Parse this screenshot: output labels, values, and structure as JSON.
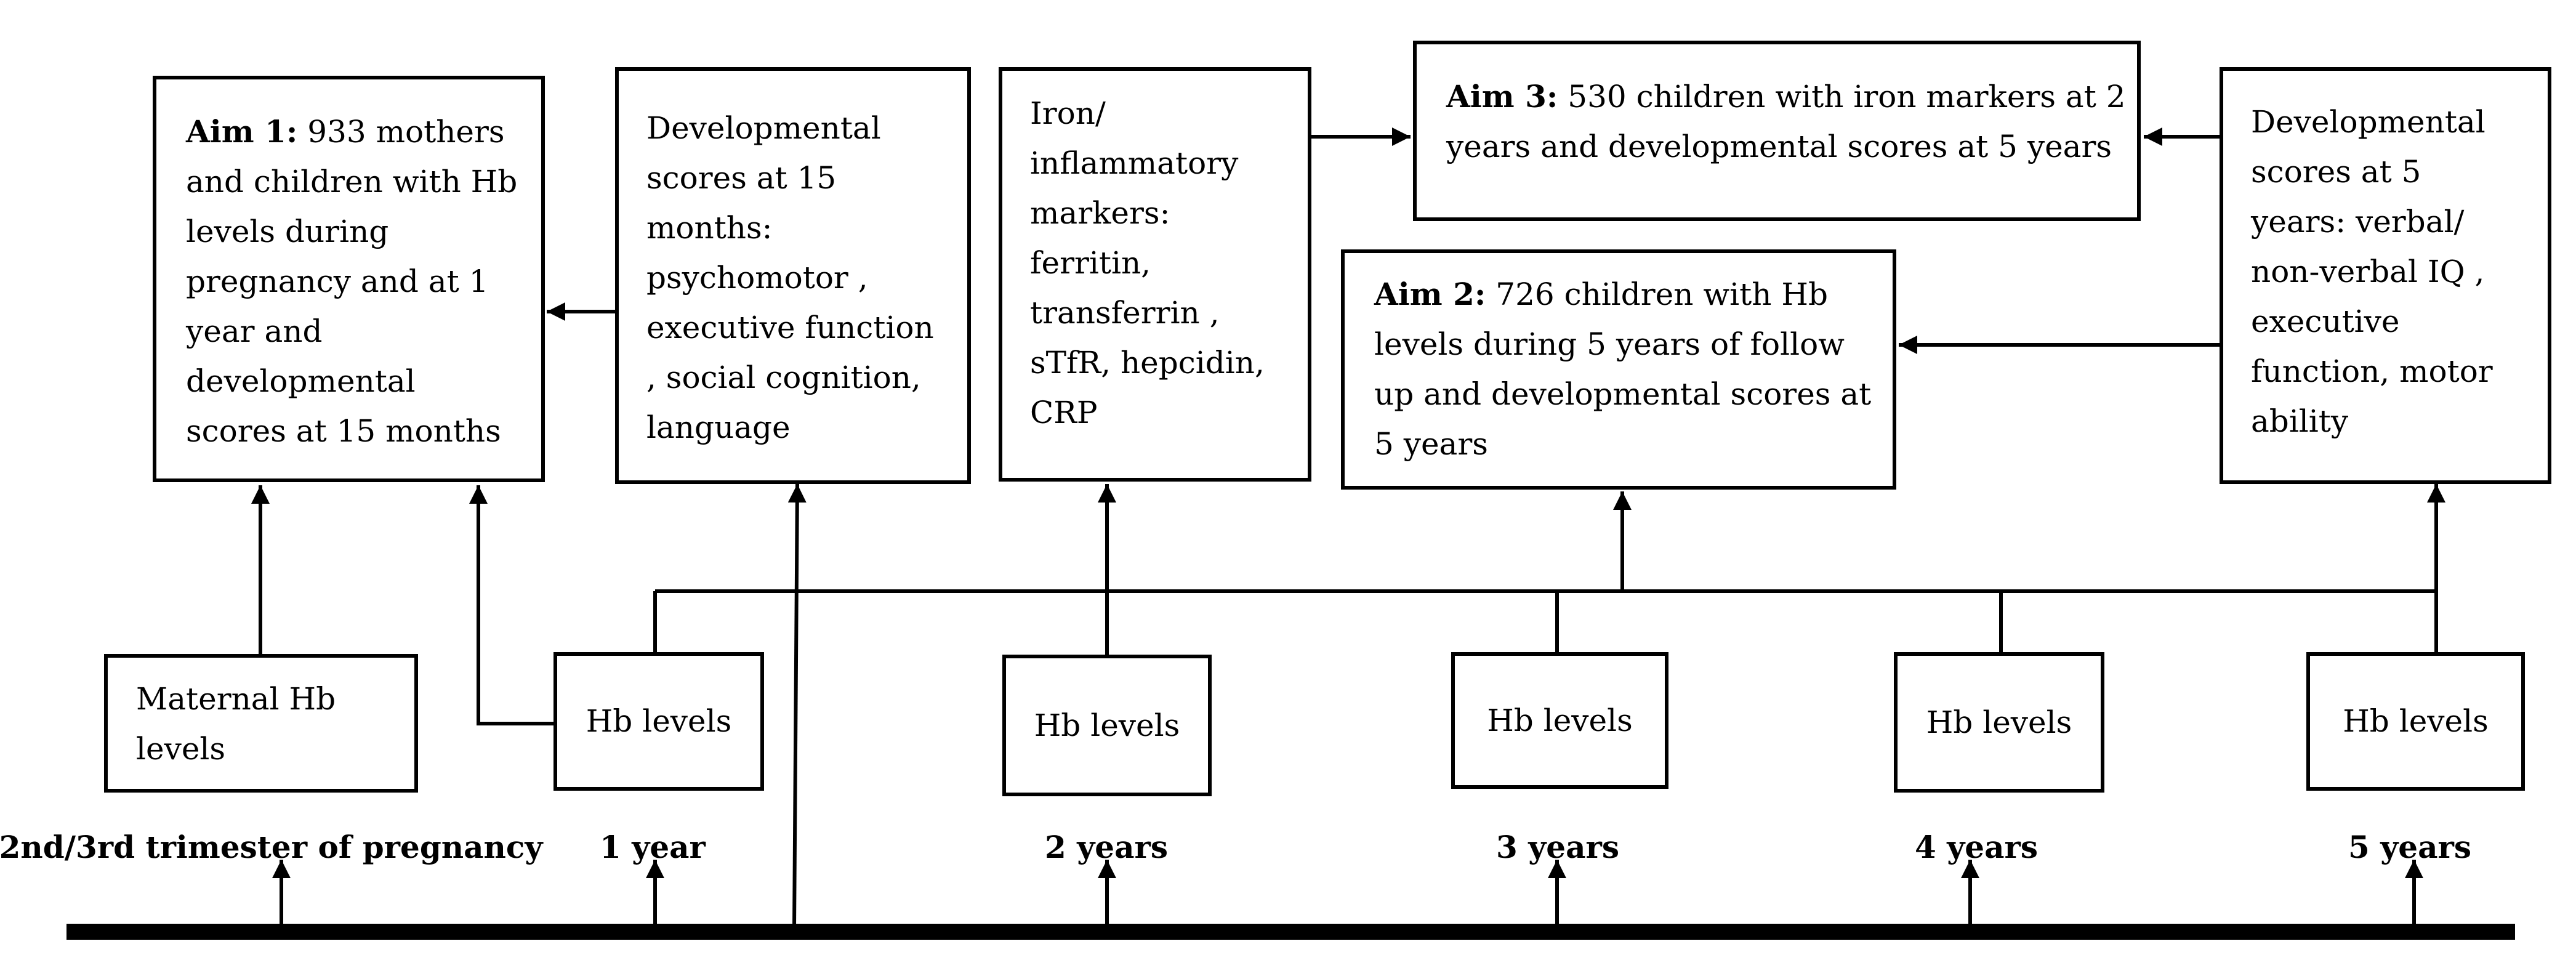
{
  "boxes": {
    "aim1": {
      "title": "Aim 1:",
      "text": " 933 mothers\nand children with Hb\nlevels during\npregnancy and at 1\nyear and\ndevelopmental\nscores at 15 months"
    },
    "dev15": {
      "text": "Developmental\nscores at 15\nmonths:\npsychomotor ,\nexecutive function\n, social cognition,\nlanguage"
    },
    "iron": {
      "text": "Iron/\ninflammatory\nmarkers:\nferritin,\ntransferrin ,\nsTfR, hepcidin,\nCRP"
    },
    "aim3": {
      "title": "Aim 3:",
      "text": " 530 children with iron markers at 2\nyears and developmental scores at 5 years"
    },
    "aim2": {
      "title": "Aim 2:",
      "text": " 726 children with Hb\nlevels during 5 years of follow\nup and developmental scores at\n5 years"
    },
    "dev5": {
      "text": "Developmental\nscores at 5\nyears: verbal/\nnon-verbal IQ ,\nexecutive\nfunction, motor\nability"
    },
    "maternal_hb": {
      "text": "Maternal Hb\nlevels"
    },
    "hb_1y": {
      "text": "Hb levels"
    },
    "hb_2y": {
      "text": "Hb levels"
    },
    "hb_3y": {
      "text": "Hb levels"
    },
    "hb_4y": {
      "text": "Hb levels"
    },
    "hb_5y": {
      "text": "Hb levels"
    }
  },
  "timeline": {
    "labels": [
      "2nd/3rd trimester of pregnancy",
      "1 year",
      "2 years",
      "3 years",
      "4 years",
      "5 years"
    ]
  }
}
